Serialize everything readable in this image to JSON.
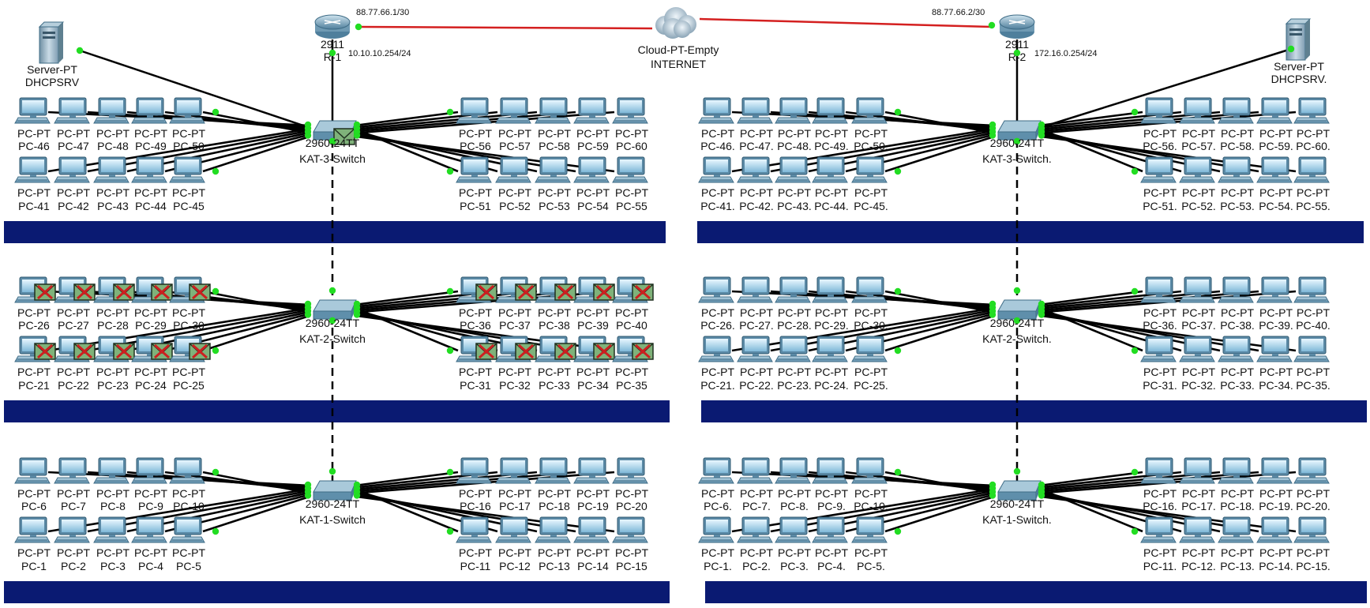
{
  "colors": {
    "wan_link": "#d42020",
    "floor_band": "#0a1a72",
    "port_dot": "#22dd22",
    "cable": "#000000"
  },
  "cloud": {
    "type": "Cloud-PT-Empty",
    "name": "INTERNET"
  },
  "sites": [
    {
      "router": {
        "model": "2911",
        "name": "R-1",
        "wan_ip": "88.77.66.1/30",
        "lan_ip": "10.10.10.254/24"
      },
      "server": {
        "model": "Server-PT",
        "name": "DHCPSRV"
      },
      "floors": [
        {
          "switch_model": "2960-24TT",
          "switch_name": "KAT-3-Switch",
          "pc_start": 41,
          "pdu": "mail"
        },
        {
          "switch_model": "2960-24TT",
          "switch_name": "KAT-2-Switch",
          "pc_start": 21,
          "pdu": "failed"
        },
        {
          "switch_model": "2960-24TT",
          "switch_name": "KAT-1-Switch",
          "pc_start": 1,
          "pdu": "none"
        }
      ],
      "pc_model": "PC-PT",
      "name_suffix": ""
    },
    {
      "router": {
        "model": "2911",
        "name": "R-2",
        "wan_ip": "88.77.66.2/30",
        "lan_ip": "172.16.0.254/24"
      },
      "server": {
        "model": "Server-PT",
        "name": "DHCPSRV."
      },
      "floors": [
        {
          "switch_model": "2960-24TT",
          "switch_name": "KAT-3-Switch.",
          "pc_start": 41,
          "pdu": "none"
        },
        {
          "switch_model": "2960-24TT",
          "switch_name": "KAT-2-Switch.",
          "pc_start": 21,
          "pdu": "none"
        },
        {
          "switch_model": "2960-24TT",
          "switch_name": "KAT-1-Switch.",
          "pc_start": 1,
          "pdu": "none"
        }
      ],
      "pc_model": "PC-PT",
      "name_suffix": "."
    }
  ]
}
